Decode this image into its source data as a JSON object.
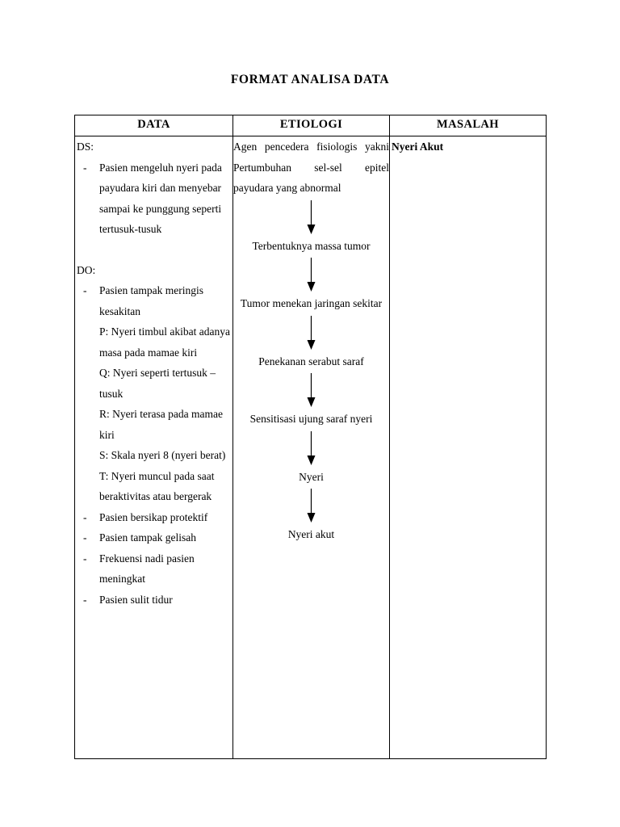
{
  "document": {
    "title": "FORMAT ANALISA DATA"
  },
  "table": {
    "headers": {
      "data": "DATA",
      "etiologi": "ETIOLOGI",
      "masalah": "MASALAH"
    },
    "data_column": {
      "ds_label": "DS:",
      "ds_items": [
        "Pasien mengeluh nyeri pada payudara kiri dan menyebar sampai ke punggung seperti tertusuk-tusuk"
      ],
      "do_label": "DO:",
      "do_items": [
        {
          "text": "Pasien tampak meringis kesakitan",
          "sub": [
            "P: Nyeri timbul akibat adanya masa pada mamae kiri",
            "Q: Nyeri seperti tertusuk – tusuk",
            "R: Nyeri terasa pada mamae kiri",
            "S: Skala nyeri 8 (nyeri berat)",
            "T: Nyeri muncul pada saat beraktivitas atau bergerak"
          ]
        },
        {
          "text": "Pasien bersikap protektif",
          "sub": []
        },
        {
          "text": "Pasien tampak gelisah",
          "sub": []
        },
        {
          "text": "Frekuensi nadi pasien meningkat",
          "sub": []
        },
        {
          "text": "Pasien sulit tidur",
          "sub": []
        }
      ]
    },
    "etiologi_column": {
      "steps": [
        "Agen pencedera fisiologis yakni Pertumbuhan sel-sel epitel payudara yang abnormal",
        "Terbentuknya massa tumor",
        "Tumor menekan jaringan sekitar",
        "Penekanan serabut saraf",
        "Sensitisasi ujung saraf nyeri",
        "Nyeri",
        "Nyeri akut"
      ]
    },
    "masalah_column": {
      "items": [
        "Nyeri Akut"
      ]
    }
  }
}
